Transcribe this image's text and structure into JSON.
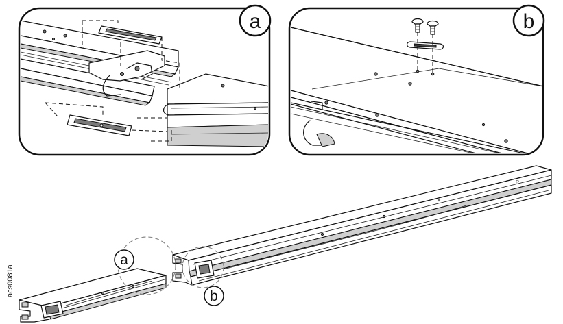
{
  "detail_a": {
    "label": "a"
  },
  "detail_b": {
    "label": "b"
  },
  "callout_a": {
    "label": "a"
  },
  "callout_b": {
    "label": "b"
  },
  "figure_id": "acs0081a"
}
